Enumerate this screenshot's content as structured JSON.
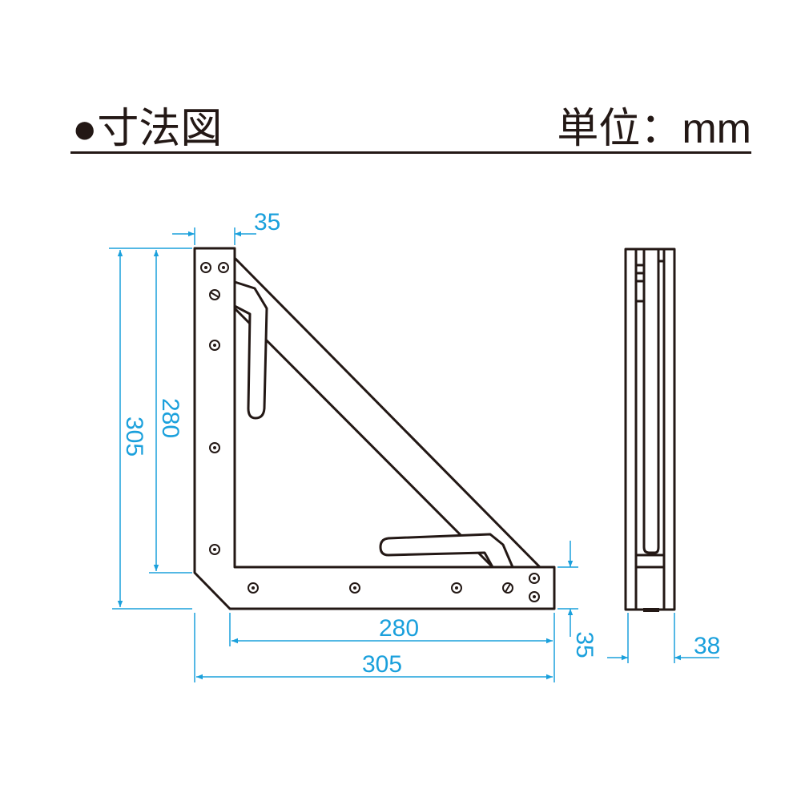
{
  "header": {
    "title": "●寸法図",
    "unit": "単位：mm"
  },
  "dimensions": {
    "top_arm_width": "35",
    "overall_height": "305",
    "inner_height": "280",
    "inner_width": "280",
    "overall_width": "305",
    "bottom_arm_height": "35",
    "side_thickness": "38"
  },
  "colors": {
    "line": "#231815",
    "dimension": "#1aa0dc"
  }
}
